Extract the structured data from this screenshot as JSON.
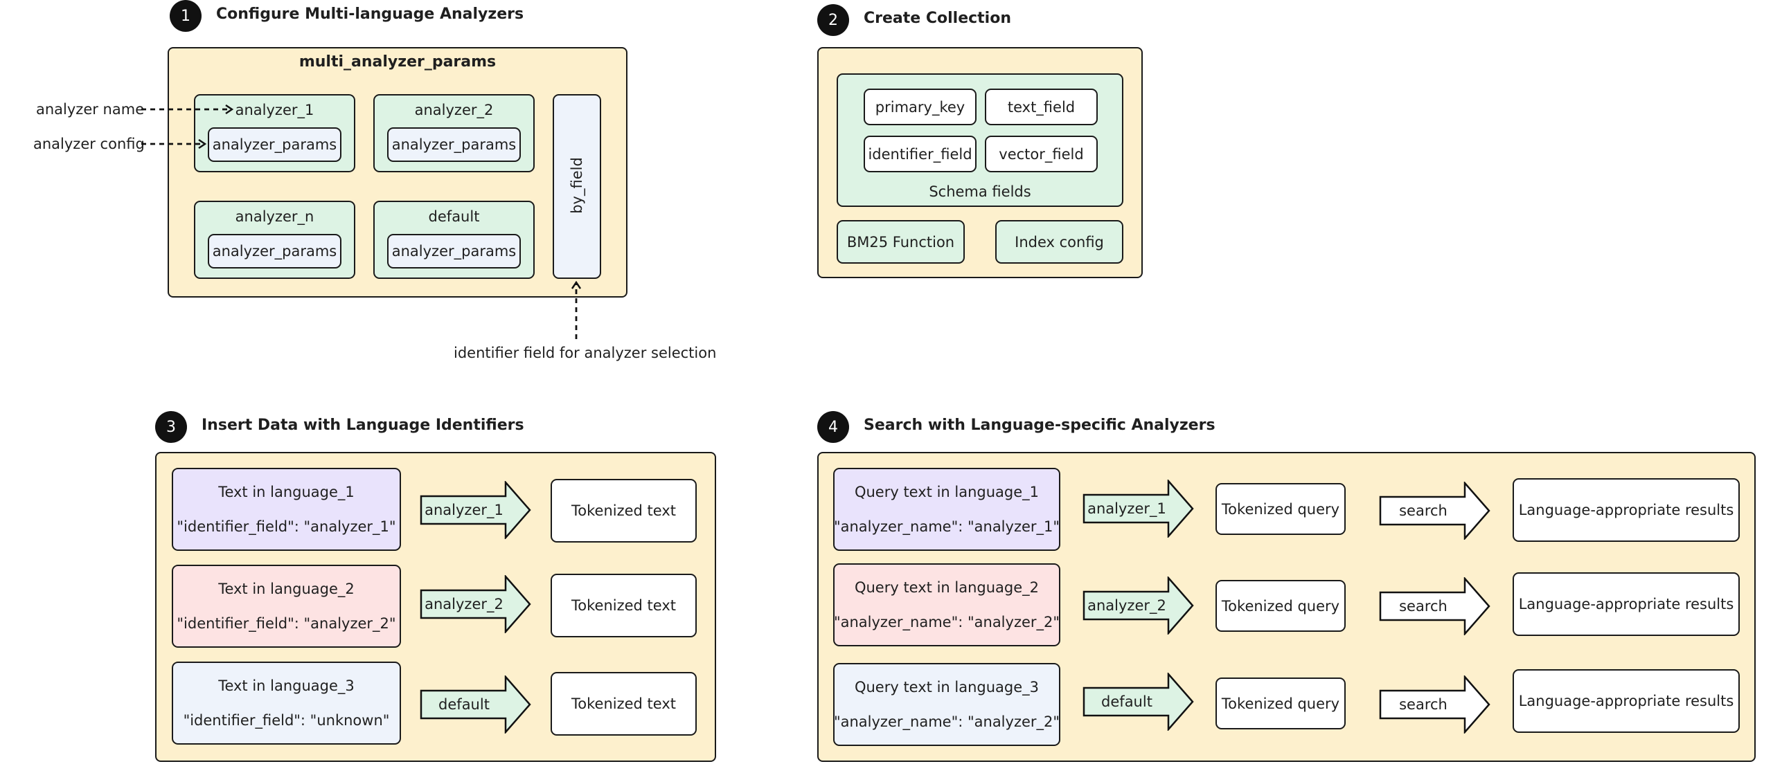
{
  "step1": {
    "number": "1",
    "title": "Configure Multi-language Analyzers",
    "container_label": "multi_analyzer_params",
    "analyzers": [
      {
        "name": "analyzer_1",
        "params": "analyzer_params"
      },
      {
        "name": "analyzer_2",
        "params": "analyzer_params"
      },
      {
        "name": "analyzer_n",
        "params": "analyzer_params"
      },
      {
        "name": "default",
        "params": "analyzer_params"
      }
    ],
    "by_field": "by_field",
    "annotation_name": "analyzer name",
    "annotation_config": "analyzer config",
    "annotation_identifier": "identifier field for analyzer selection"
  },
  "step2": {
    "number": "2",
    "title": "Create Collection",
    "schema_fields": [
      "primary_key",
      "text_field",
      "identifier_field",
      "vector_field"
    ],
    "schema_label": "Schema fields",
    "bm25": "BM25 Function",
    "index": "Index config"
  },
  "step3": {
    "number": "3",
    "title": "Insert Data with Language Identifiers",
    "rows": [
      {
        "text": "Text in language_1",
        "identifier": "\"identifier_field\": \"analyzer_1\"",
        "analyzer": "analyzer_1",
        "output": "Tokenized text"
      },
      {
        "text": "Text in language_2",
        "identifier": "\"identifier_field\": \"analyzer_2\"",
        "analyzer": "analyzer_2",
        "output": "Tokenized text"
      },
      {
        "text": "Text in language_3",
        "identifier": "\"identifier_field\": \"unknown\"",
        "analyzer": "default",
        "output": "Tokenized text"
      }
    ]
  },
  "step4": {
    "number": "4",
    "title": "Search with Language-specific Analyzers",
    "rows": [
      {
        "query": "Query text in language_1",
        "analyzer_name": "\"analyzer_name\": \"analyzer_1\"",
        "analyzer": "analyzer_1",
        "tokenized": "Tokenized query",
        "action": "search",
        "result": "Language-appropriate results"
      },
      {
        "query": "Query text in language_2",
        "analyzer_name": "\"analyzer_name\": \"analyzer_2\"",
        "analyzer": "analyzer_2",
        "tokenized": "Tokenized query",
        "action": "search",
        "result": "Language-appropriate results"
      },
      {
        "query": "Query text in language_3",
        "analyzer_name": "\"analyzer_name\": \"analyzer_2\"",
        "analyzer": "default",
        "tokenized": "Tokenized query",
        "action": "search",
        "result": "Language-appropriate results"
      }
    ]
  },
  "colors": {
    "panel": "#fdf0cd",
    "green": "#ddf3e4",
    "blue": "#eef3fb",
    "purple": "#e9e3fc",
    "pink": "#fde3e3"
  }
}
